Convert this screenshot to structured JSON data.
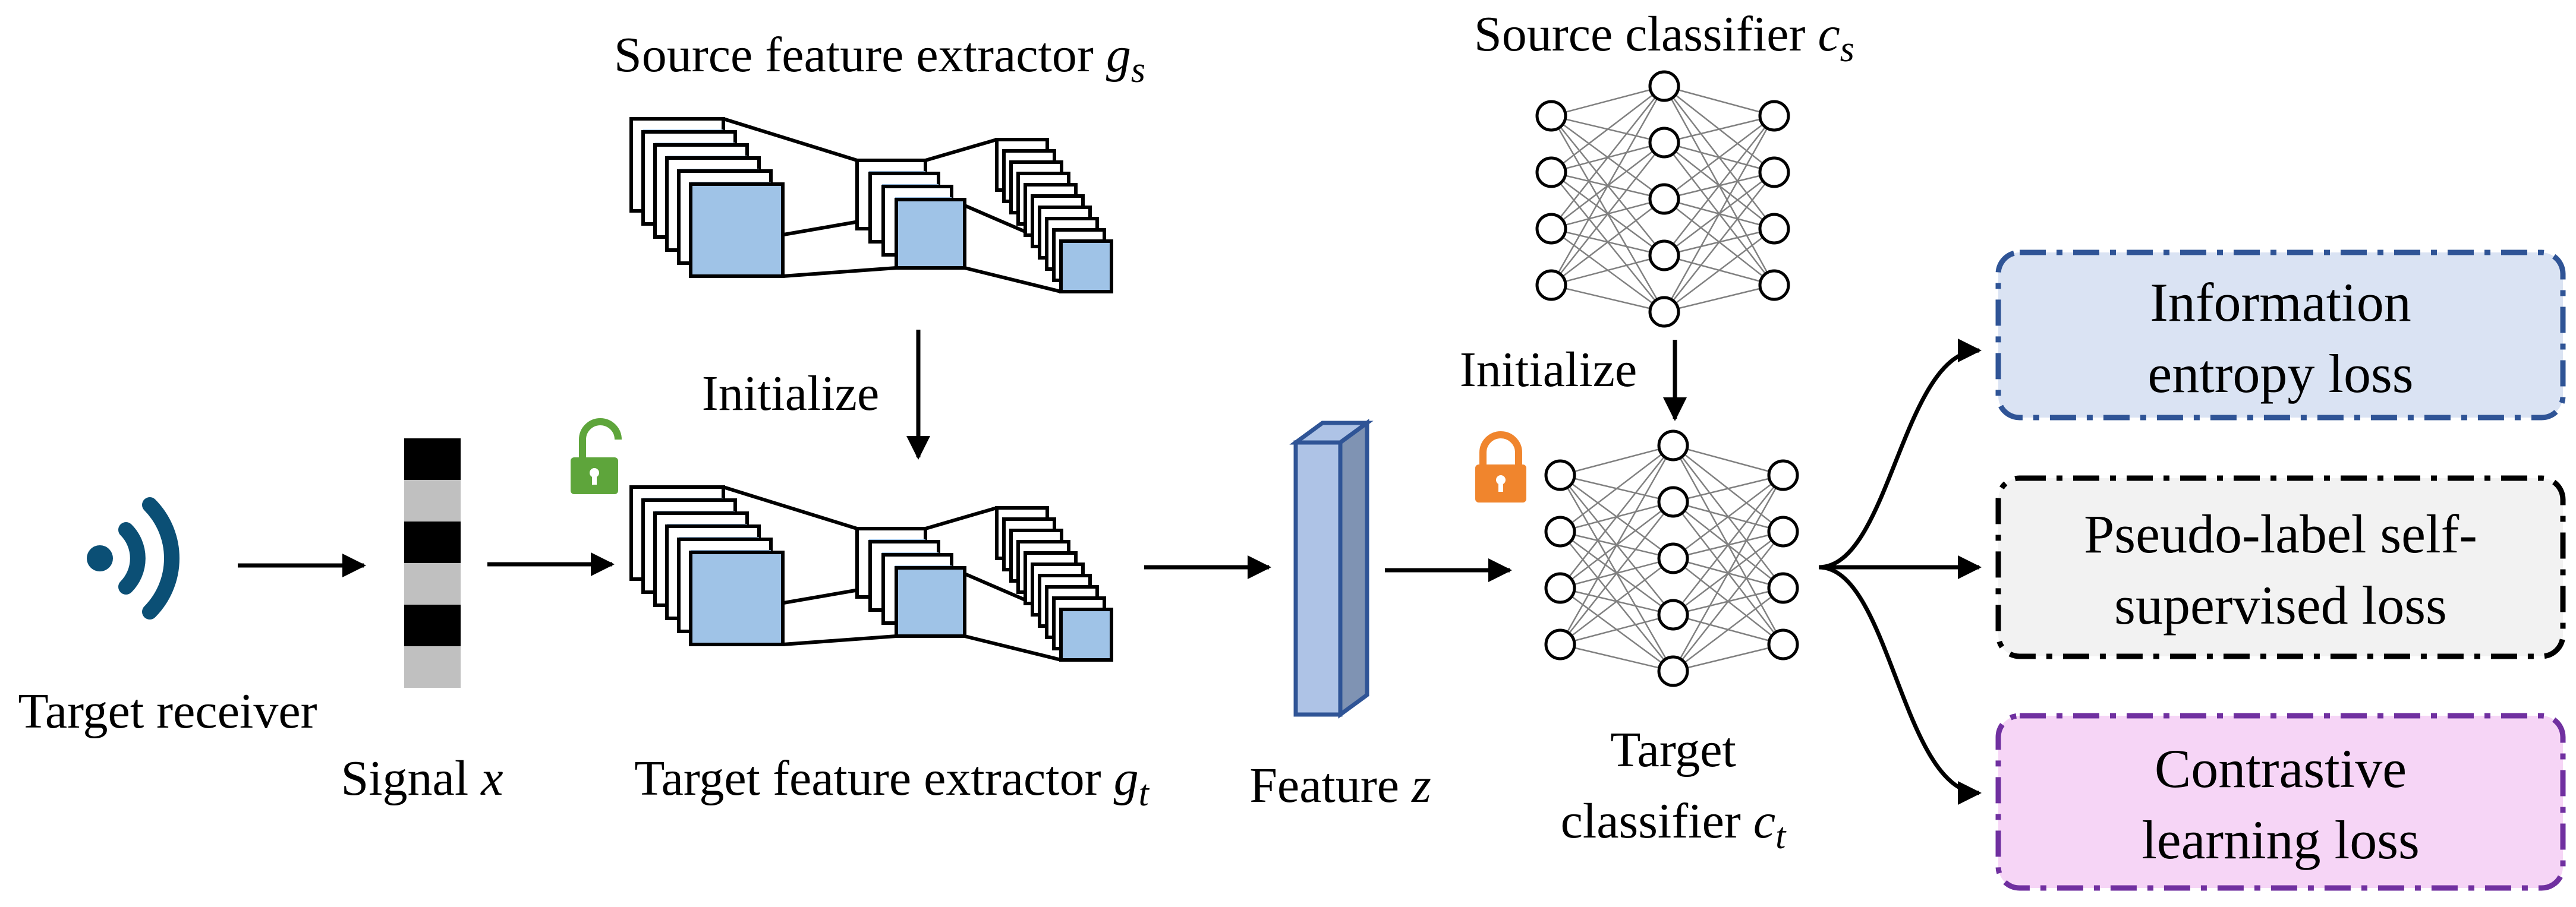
{
  "receiver": {
    "label": "Target receiver",
    "icon": "wifi-signal-icon",
    "icon_color": "#0b4f75"
  },
  "signal": {
    "label": "Signal ",
    "var": "x",
    "colors": [
      "#000000",
      "#c0c0c0"
    ]
  },
  "source_extractor": {
    "label": "Source feature extractor ",
    "var": "g",
    "sub": "s"
  },
  "target_extractor": {
    "label": "Target feature extractor ",
    "var": "g",
    "sub": "t",
    "lock": "unlocked-icon",
    "lock_color": "#5ea53b"
  },
  "feature": {
    "label": "Feature ",
    "var": "z",
    "color": "#aec3e6"
  },
  "source_classifier": {
    "label": "Source classifier ",
    "var": "c",
    "sub": "s"
  },
  "target_classifier": {
    "line1": "Target",
    "line2": "classifier ",
    "var": "c",
    "sub": "t",
    "lock": "locked-icon",
    "lock_color": "#f0852d"
  },
  "initialize": {
    "extractor_label": "Initialize",
    "classifier_label": "Initialize"
  },
  "cnn_fill": "#9fc3e7",
  "losses": [
    {
      "line1": "Information",
      "line2": "entropy loss",
      "fill": "#dae3f3",
      "border": "#2f5496"
    },
    {
      "line1": "Pseudo-label self-",
      "line2": "supervised loss",
      "fill": "#f2f2f2",
      "border": "#000000"
    },
    {
      "line1": "Contrastive",
      "line2": "learning loss",
      "fill": "#f6d5f6",
      "border": "#7030a0"
    }
  ]
}
